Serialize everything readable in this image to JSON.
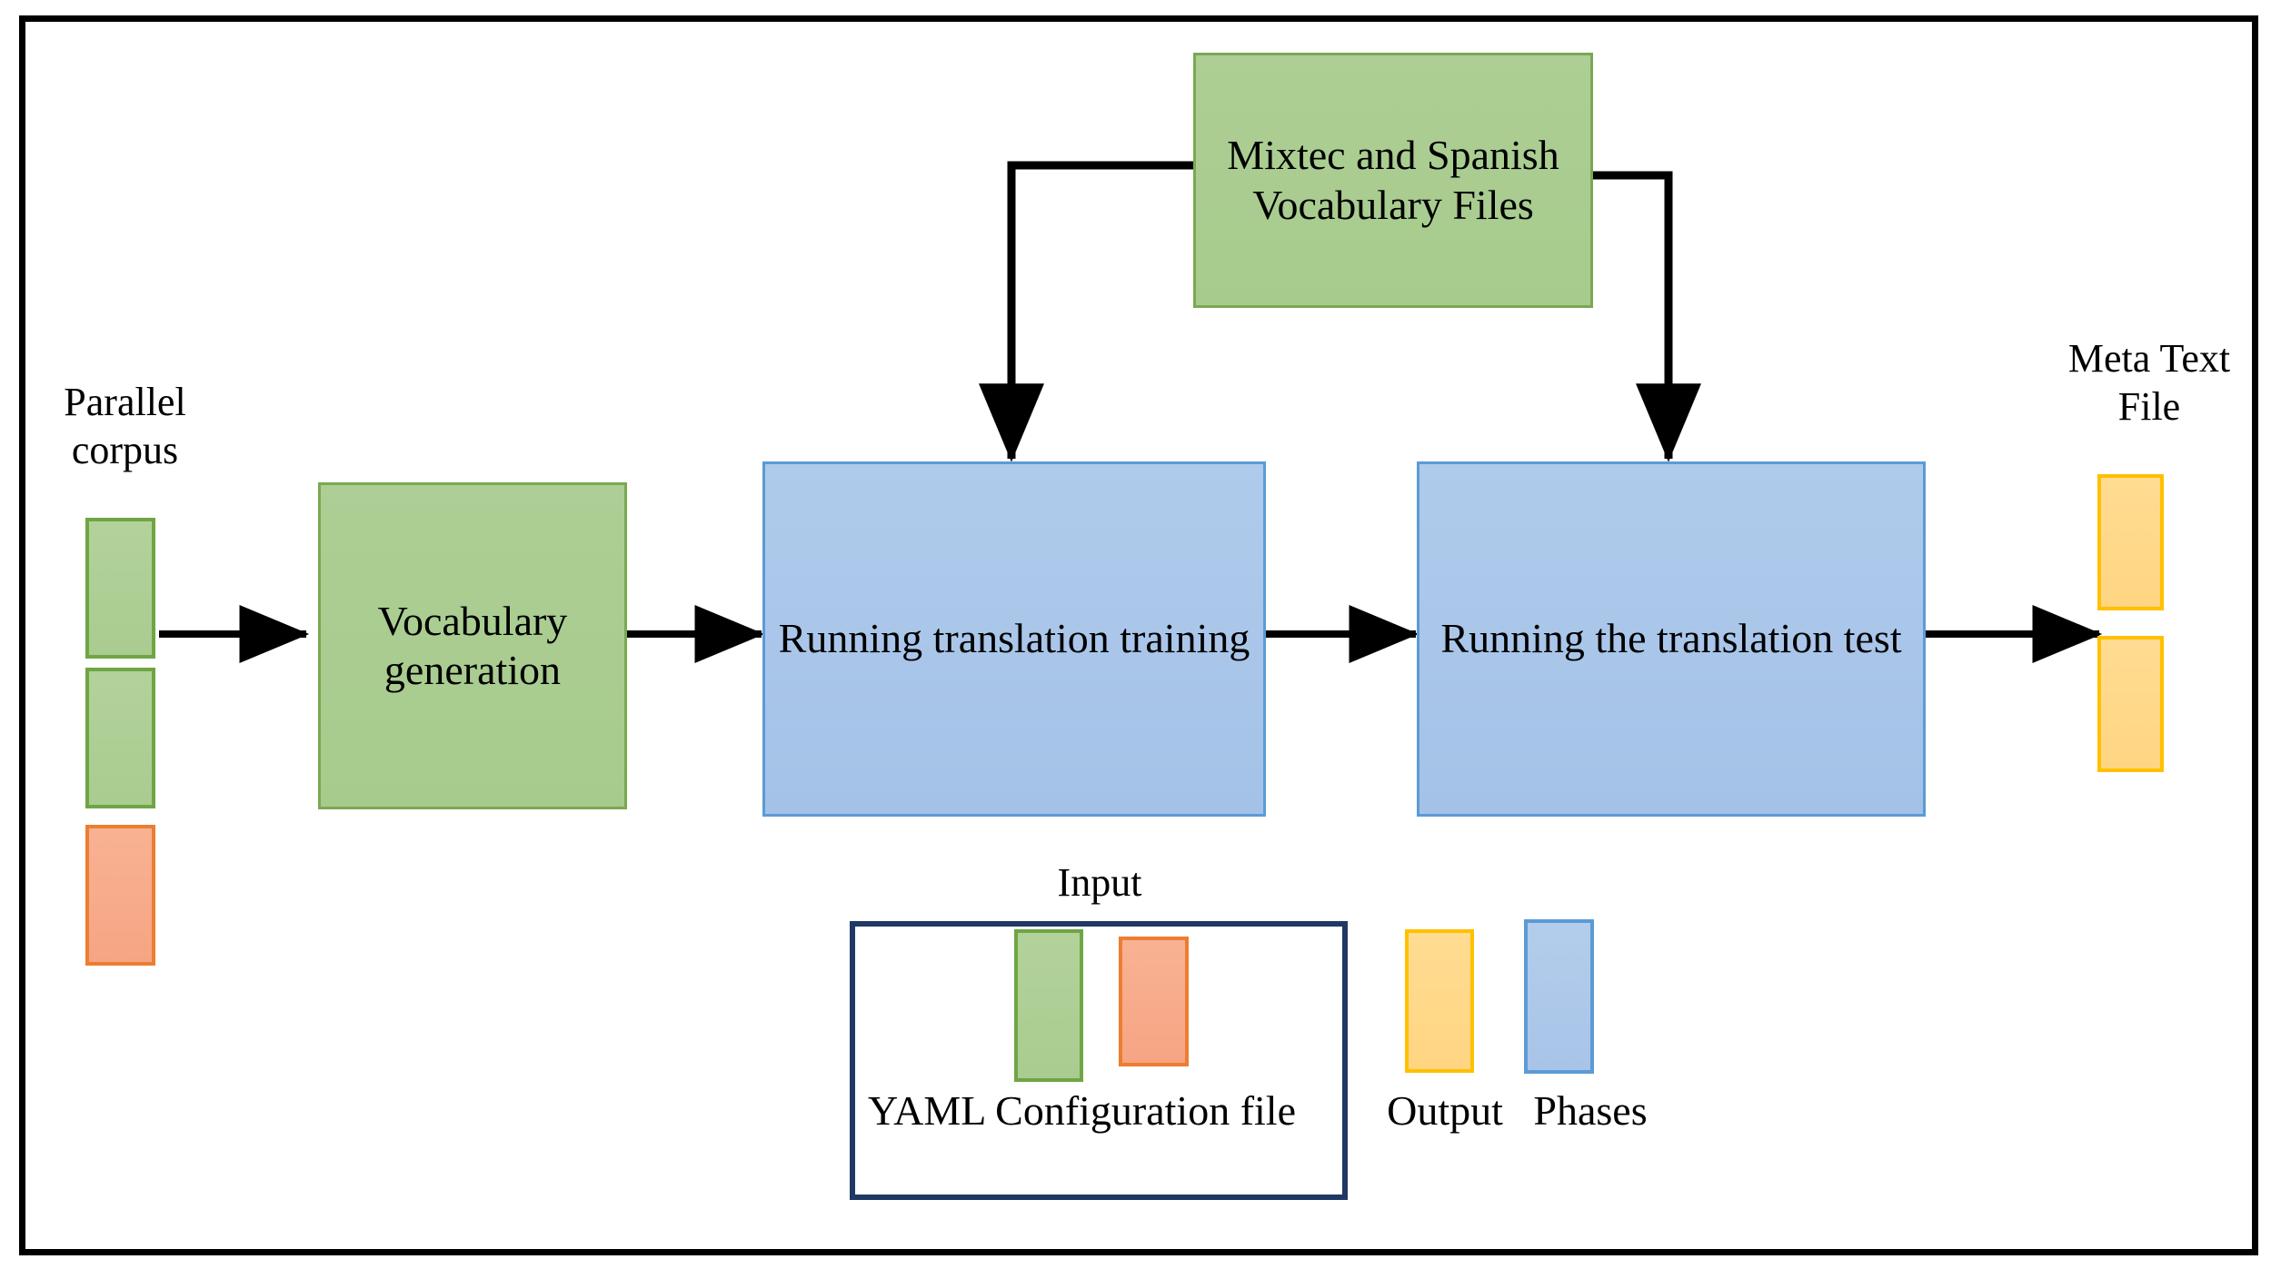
{
  "diagram": {
    "title": "Machine translation pipeline flowchart",
    "nodes": {
      "parallel_corpus_label": "Parallel\ncorpus",
      "vocabulary_generation": "Vocabulary\ngeneration",
      "mixtec_spanish_vocab_files": "Mixtec and\nSpanish\nVocabulary Files",
      "running_translation_training": "Running translation\ntraining",
      "running_translation_test": "Running the translation\ntest",
      "meta_text_file_label": "Meta Text\nFile"
    },
    "legend": {
      "input_title": "Input",
      "input_caption": "YAML Configuration file",
      "output_label": "Output",
      "phases_label": "Phases"
    },
    "colors": {
      "green_fill": "#a9cc90",
      "green_stroke": "#6fa544",
      "orange_fill": "#f6a583",
      "orange_stroke": "#ed7d31",
      "yellow_fill": "#ffd582",
      "yellow_stroke": "#ffc000",
      "blue_fill": "#a8c4e8",
      "blue_stroke": "#5b9bd5",
      "legend_border": "#1f3864",
      "frame_border": "#000000",
      "arrow": "#000000"
    }
  }
}
